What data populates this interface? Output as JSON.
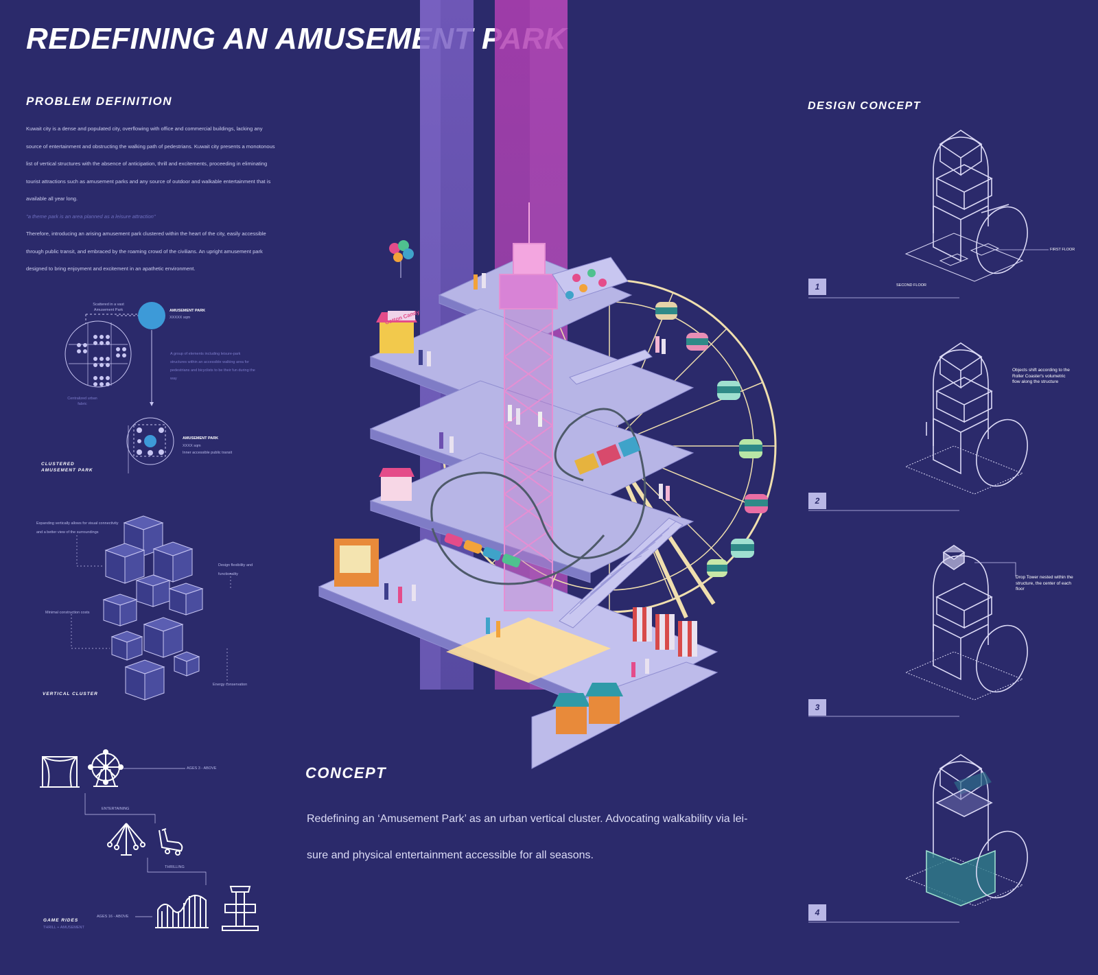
{
  "title": "REDEFINING AN AMUSEMENT PARK",
  "problem": {
    "heading": "PROBLEM DEFINITION",
    "paragraph_1": "Kuwait city is a dense and populated city, overflowing with office and commercial buildings, lacking any source of entertainment and obstructing the walking path of pedestrians. Kuwait city presents a monotonous list of vertical structures with the absence of anticipation, thrill and excitements, proceeding in eliminating tourist attractions such as amusement parks and any source of outdoor and walkable entertainment that is available all year long.",
    "quote": "\"a theme park is an area planned as a leisure attraction\"",
    "paragraph_2": "Therefore, introducing an arising amusement park clustered within the heart of the city, easily accessible through public transit, and embraced by the roaming crowd of the civilians. An upright amusement park designed to bring enjoyment and excitement in an apathetic environment."
  },
  "cluster_diagram": {
    "label_top_left": "Scattered in a vast Amusement Park",
    "label_circle": "AMUSEMENT PARK",
    "label_circle_sub": "XXXXX sqm",
    "label_mid": "A group of elements including leisure-park structures within an accessible walking area for pedestrians and bicyclists to be their fun during the way",
    "label_bottom_left": "Centralized urban fabric",
    "label_small_park": "AMUSEMENT PARK",
    "label_small_park_sub1": "XXXX sqm",
    "label_small_park_sub2": "Inner accessible public transit",
    "heading_line1": "CLUSTERED",
    "heading_line2": "AMUSEMENT PARK"
  },
  "vertical_cluster": {
    "heading": "VERTICAL CLUSTER",
    "note_1": "Expanding vertically allows for visual connectivity and a better view of the surroundings",
    "note_2": "Design flexibility and functionality",
    "note_3": "Minimal construction costs",
    "note_4": "Energy conservation"
  },
  "game_rides": {
    "heading": "GAME RIDES",
    "subheading": "THRILL + AMUSEMENT",
    "age_top": "AGES 3 - ABOVE",
    "entertaining": "ENTERTAINING",
    "thrilling": "THRILLING",
    "age_bottom": "AGES 16 - ABOVE",
    "icons": [
      "theater-icon",
      "ferris-wheel-icon",
      "swing-ride-icon",
      "bumper-car-icon",
      "roller-coaster-icon",
      "drop-tower-icon"
    ]
  },
  "concept": {
    "heading": "CONCEPT",
    "line_1": "Redefining an ‘Amusement Park’ as an urban vertical cluster. Advocating walkability via lei-",
    "line_2": "sure and physical entertainment accessible for all seasons."
  },
  "design_concept": {
    "heading": "DESIGN CONCEPT",
    "steps": [
      {
        "number": "1",
        "annotation": "",
        "label_a": "FIRST FLOOR",
        "label_b": "SECOND FLOOR"
      },
      {
        "number": "2",
        "annotation": "Objects shift according to the Roller Coaster's volumetric flow along the structure"
      },
      {
        "number": "3",
        "annotation": "Drop Tower nested within the structure, the center of each floor"
      },
      {
        "number": "4",
        "annotation": ""
      }
    ]
  },
  "illustration": {
    "sign_text": "Cotton Candy"
  },
  "colors": {
    "background": "#2b2a6b",
    "line": "#c8c6f2",
    "beam_purple": "#7a5fc4",
    "beam_magenta": "#b23fb3",
    "floor": "#b7b5e6",
    "accent_blue": "#3d9ad8"
  }
}
